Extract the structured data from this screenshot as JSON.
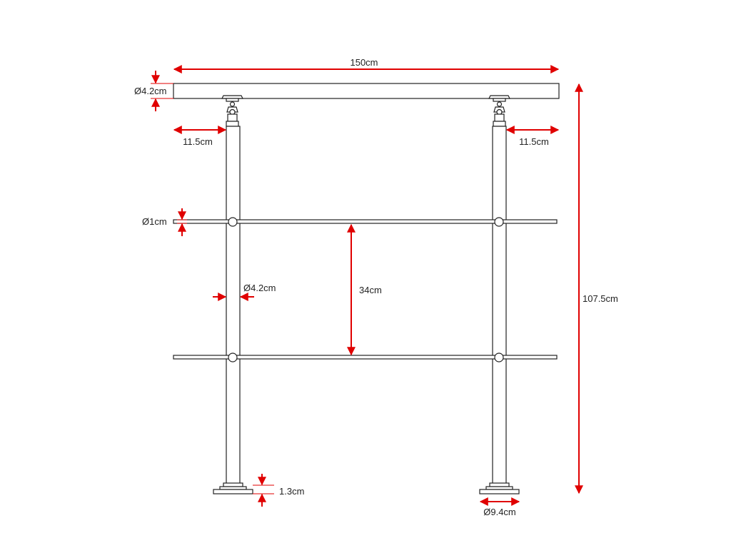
{
  "diagram": {
    "colors": {
      "dimension": "#e00000",
      "line_art": "#222222",
      "background": "#ffffff"
    },
    "dimensions": {
      "handrail_length": "150cm",
      "handrail_diameter": "Ø4.2cm",
      "overhang_left": "11.5cm",
      "overhang_right": "11.5cm",
      "crossbar_diameter": "Ø1cm",
      "post_diameter": "Ø4.2cm",
      "crossbar_spacing": "34cm",
      "total_height": "107.5cm",
      "base_thickness": "1.3cm",
      "base_diameter": "Ø9.4cm"
    }
  }
}
